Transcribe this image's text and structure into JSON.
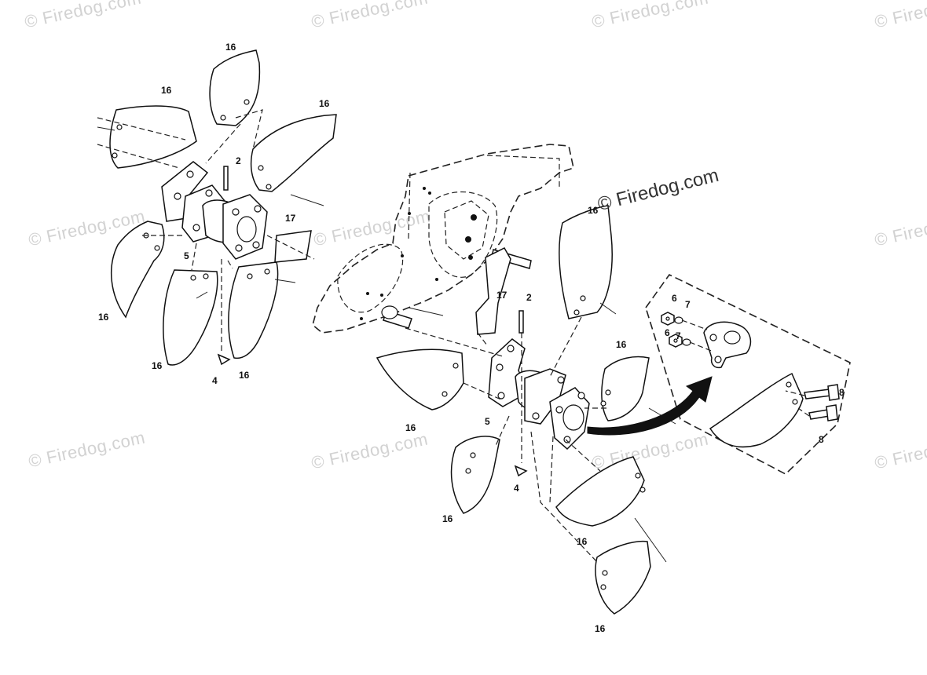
{
  "watermarks": {
    "small_text": "© Firedog.com",
    "main_copyright": "© Firedog.com"
  },
  "callouts": {
    "tine": "16",
    "pin": "2",
    "hairpin": "4",
    "hub": "5",
    "nut": "6",
    "lockwasher": "7",
    "bolt": "8",
    "shield": "17"
  },
  "colors": {
    "line": "#111111",
    "watermark": "#d2d2d2",
    "background": "#ffffff"
  }
}
